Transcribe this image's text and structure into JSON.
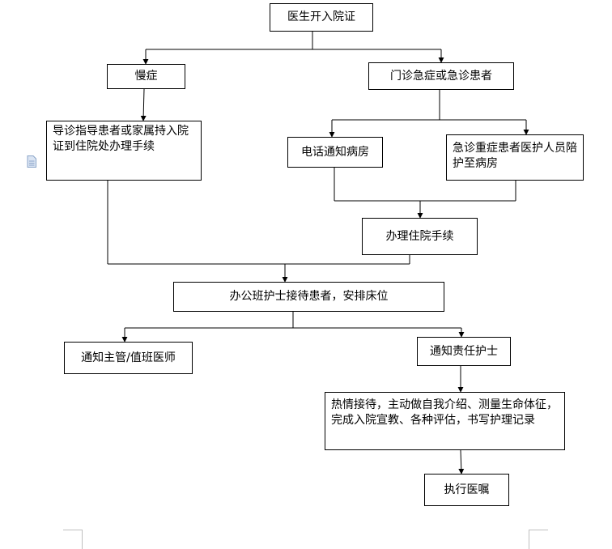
{
  "flowchart": {
    "start": "医生开入院证",
    "chronic": "慢症",
    "emergency": "门诊急症或急诊患者",
    "guide_family": "导诊指导患者或家属持入院证到住院处办理手续",
    "phone_notify": "电话通知病房",
    "escort": "急诊重症患者医护人员陪护至病房",
    "admission_procedure": "办理住院手续",
    "office_nurse": "办公班护士接待患者，安排床位",
    "notify_doctor": "通知主管/值班医师",
    "notify_nurse": "通知责任护士",
    "reception": "热情接待，主动做自我介绍、测量生命体征，完成入院宣教、各种评估，书写护理记录",
    "execute_orders": "执行医嘱"
  },
  "colors": {
    "line": "#000000",
    "box_border": "#000000",
    "page_corner": "#bfbfbf",
    "icon": "#8aa4c8"
  }
}
